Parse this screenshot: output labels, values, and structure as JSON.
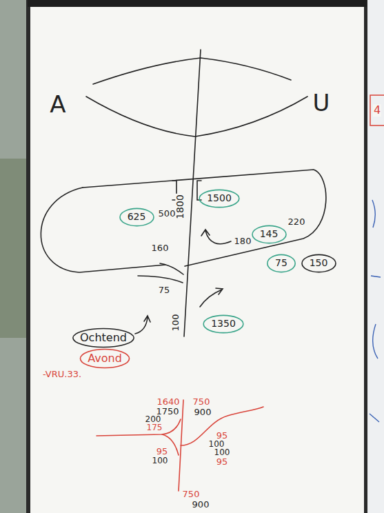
{
  "diagram": {
    "nodes": [
      {
        "text": [
          "1500"
        ]
      },
      {
        "text": [
          "625"
        ]
      },
      {
        "text": [
          "145"
        ]
      },
      {
        "text": [
          "75"
        ]
      },
      {
        "text": [
          "150"
        ]
      },
      {
        "text": [
          "1350"
        ]
      },
      {
        "text": [
          "Ochtend"
        ]
      },
      {
        "text": [
          "Avond"
        ]
      }
    ],
    "labels": [
      "4",
      "A",
      "U",
      "1800",
      "500",
      "160",
      "180",
      "220",
      "75",
      "100",
      "-VRU.33.",
      "1640",
      "750",
      "1750",
      "900",
      "200",
      "175",
      "95",
      "100",
      "95",
      "100",
      "100",
      "95",
      "750",
      "900"
    ]
  }
}
